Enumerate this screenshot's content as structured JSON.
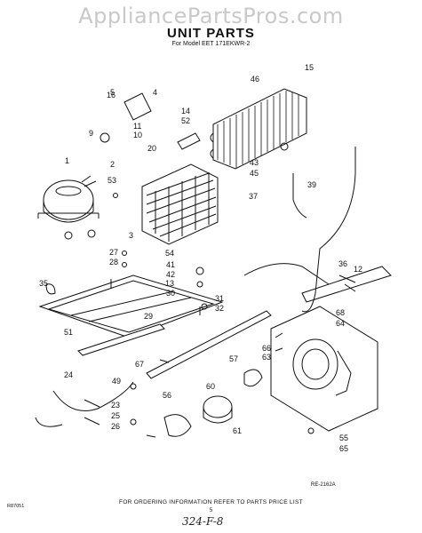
{
  "watermark": "AppliancePartsPros.com",
  "title": "UNIT PARTS",
  "subtitle": "For Model EET 171EKWR-2",
  "callouts": [
    "1",
    "2",
    "3",
    "4",
    "5",
    "9",
    "10",
    "11",
    "12",
    "13",
    "14",
    "15",
    "16",
    "20",
    "23",
    "24",
    "25",
    "26",
    "27",
    "28",
    "29",
    "30",
    "31",
    "32",
    "35",
    "36",
    "37",
    "39",
    "41",
    "42",
    "43",
    "45",
    "46",
    "49",
    "51",
    "52",
    "53",
    "54",
    "55",
    "56",
    "57",
    "60",
    "61",
    "63",
    "64",
    "65",
    "66",
    "67",
    "68"
  ],
  "ref_code": "RE-2162A",
  "print_code": "R87051",
  "footer_text": "FOR ORDERING INFORMATION REFER TO PARTS PRICE LIST",
  "page_number": "5",
  "handwritten_note": "324-F-8"
}
